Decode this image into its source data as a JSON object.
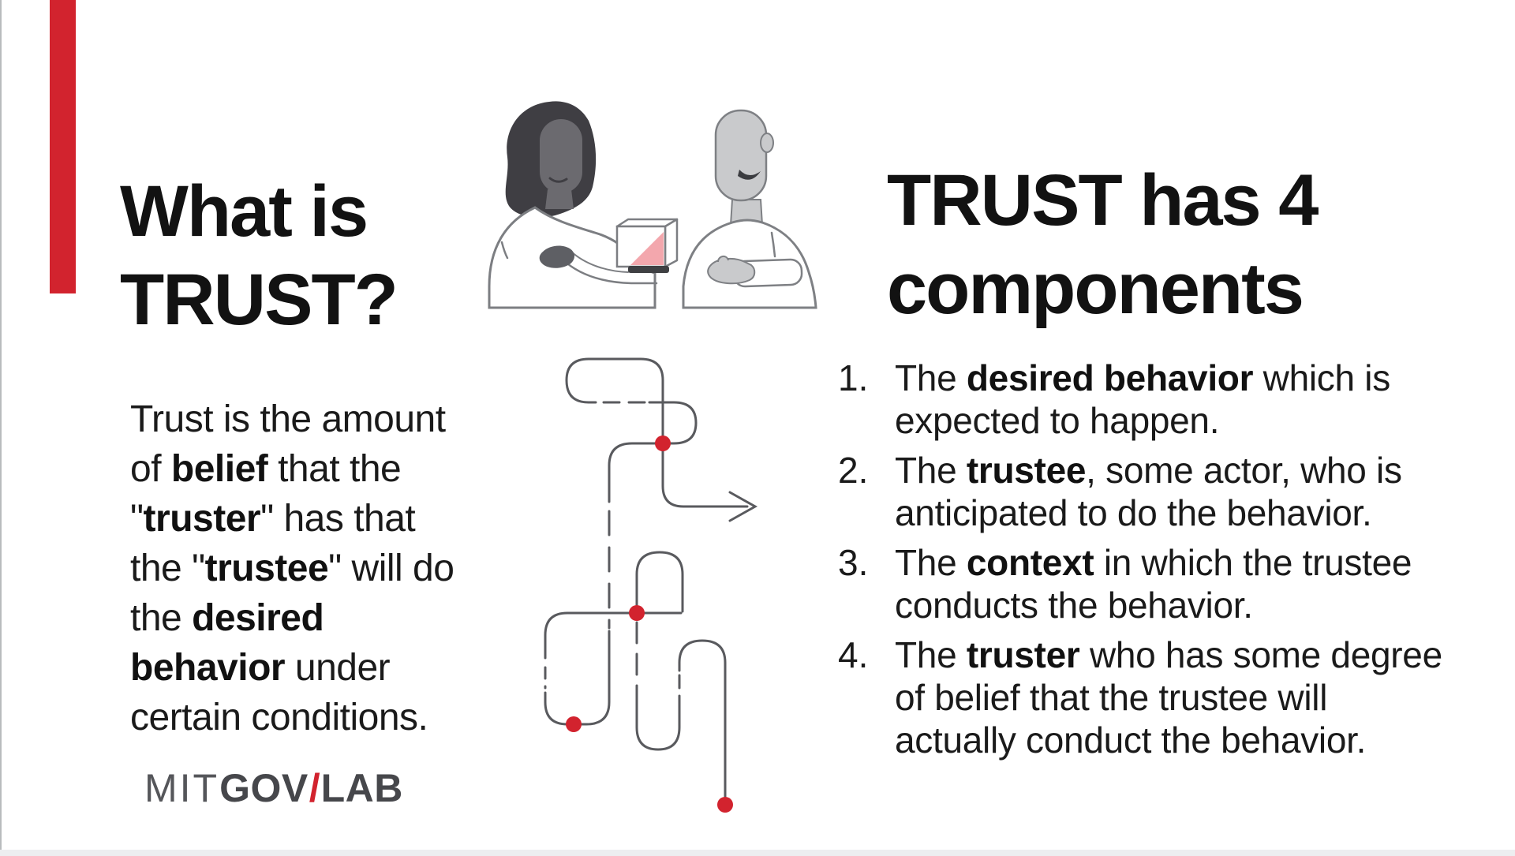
{
  "slide": {
    "background": "#ffffff",
    "accent_color": "#d2232e",
    "path_line_color": "#595a5e",
    "left": {
      "title": "What is\nTRUST?",
      "definition": "Trust is the amount\nof **belief** that the\n\"**truster**\" has that\nthe \"**trustee**\" will do\nthe **desired**\n**behavior** under\ncertain conditions.",
      "logo": {
        "mit": "MIT",
        "gov": "GOV",
        "slash": "/",
        "lab": "LAB"
      }
    },
    "right": {
      "title": "TRUST has 4\ncomponents",
      "components": [
        {
          "number": "1.",
          "text": "The **desired behavior** which is\nexpected to happen."
        },
        {
          "number": "2.",
          "text": "The **trustee**, some actor, who is\nanticipated to do the behavior."
        },
        {
          "number": "3.",
          "text": "The **context** in which the trustee\nconducts the behavior."
        },
        {
          "number": "4.",
          "text": "The **truster** who has some degree\nof belief that the trustee will\nactually conduct the behavior."
        }
      ]
    },
    "illustrations": {
      "people": "two people exchanging a cube",
      "path": "tangled route with red waypoint dots and an arrow"
    }
  }
}
